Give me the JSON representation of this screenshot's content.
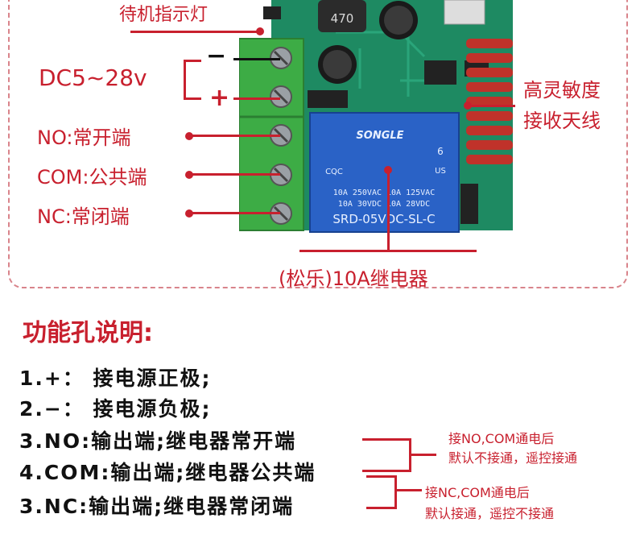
{
  "labels": {
    "indicator": "待机指示灯",
    "dc": "DC5~28v",
    "minus": "−",
    "plus": "+",
    "no": "NO:常开端",
    "com": "COM:公共端",
    "nc": "NC:常闭端",
    "antenna_1": "高灵敏度",
    "antenna_2": "接收天线",
    "relay": "(松乐)10A继电器"
  },
  "board": {
    "cap_label": "470",
    "relay_brand": "SONGLE",
    "relay_line1": "10A 250VAC  10A 125VAC",
    "relay_line2": "10A  30VDC  10A  28VDC",
    "relay_model": "SRD-05VDC-SL-C",
    "relay_cqc": "CQC",
    "relay_us": "US",
    "relay_num": "6"
  },
  "section": {
    "title": "功能孔说明:",
    "items": [
      "1.+： 接电源正极;",
      "2.−： 接电源负极;",
      "3.NO:输出端;继电器常开端",
      "4.COM:输出端;继电器公共端",
      "3.NC:输出端;继电器常闭端"
    ],
    "note1_line1": "接NO,COM通电后",
    "note1_line2": "默认不接通，遥控接通",
    "note2_line1": "接NC,COM通电后",
    "note2_line2": "默认接通，遥控不接通"
  },
  "colors": {
    "accent": "#c8202e",
    "pcb": "#1e8a62",
    "terminal": "#3dac45",
    "relay": "#2a62c6"
  }
}
